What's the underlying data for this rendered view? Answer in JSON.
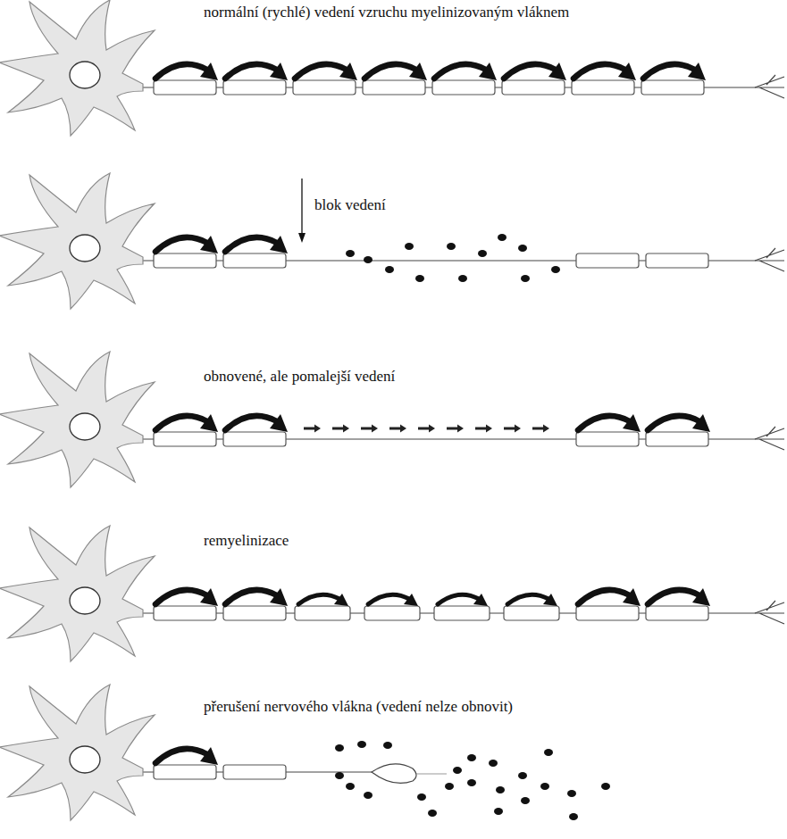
{
  "diagram": {
    "labels": [
      "normální (rychlé) vedení vzruchu myelinizovaným vláknem",
      "blok vedení",
      "obnovené, ale pomalejší vedení",
      "remyelinizace",
      "přerušení nervového vlákna (vedení nelze obnovit)"
    ]
  }
}
